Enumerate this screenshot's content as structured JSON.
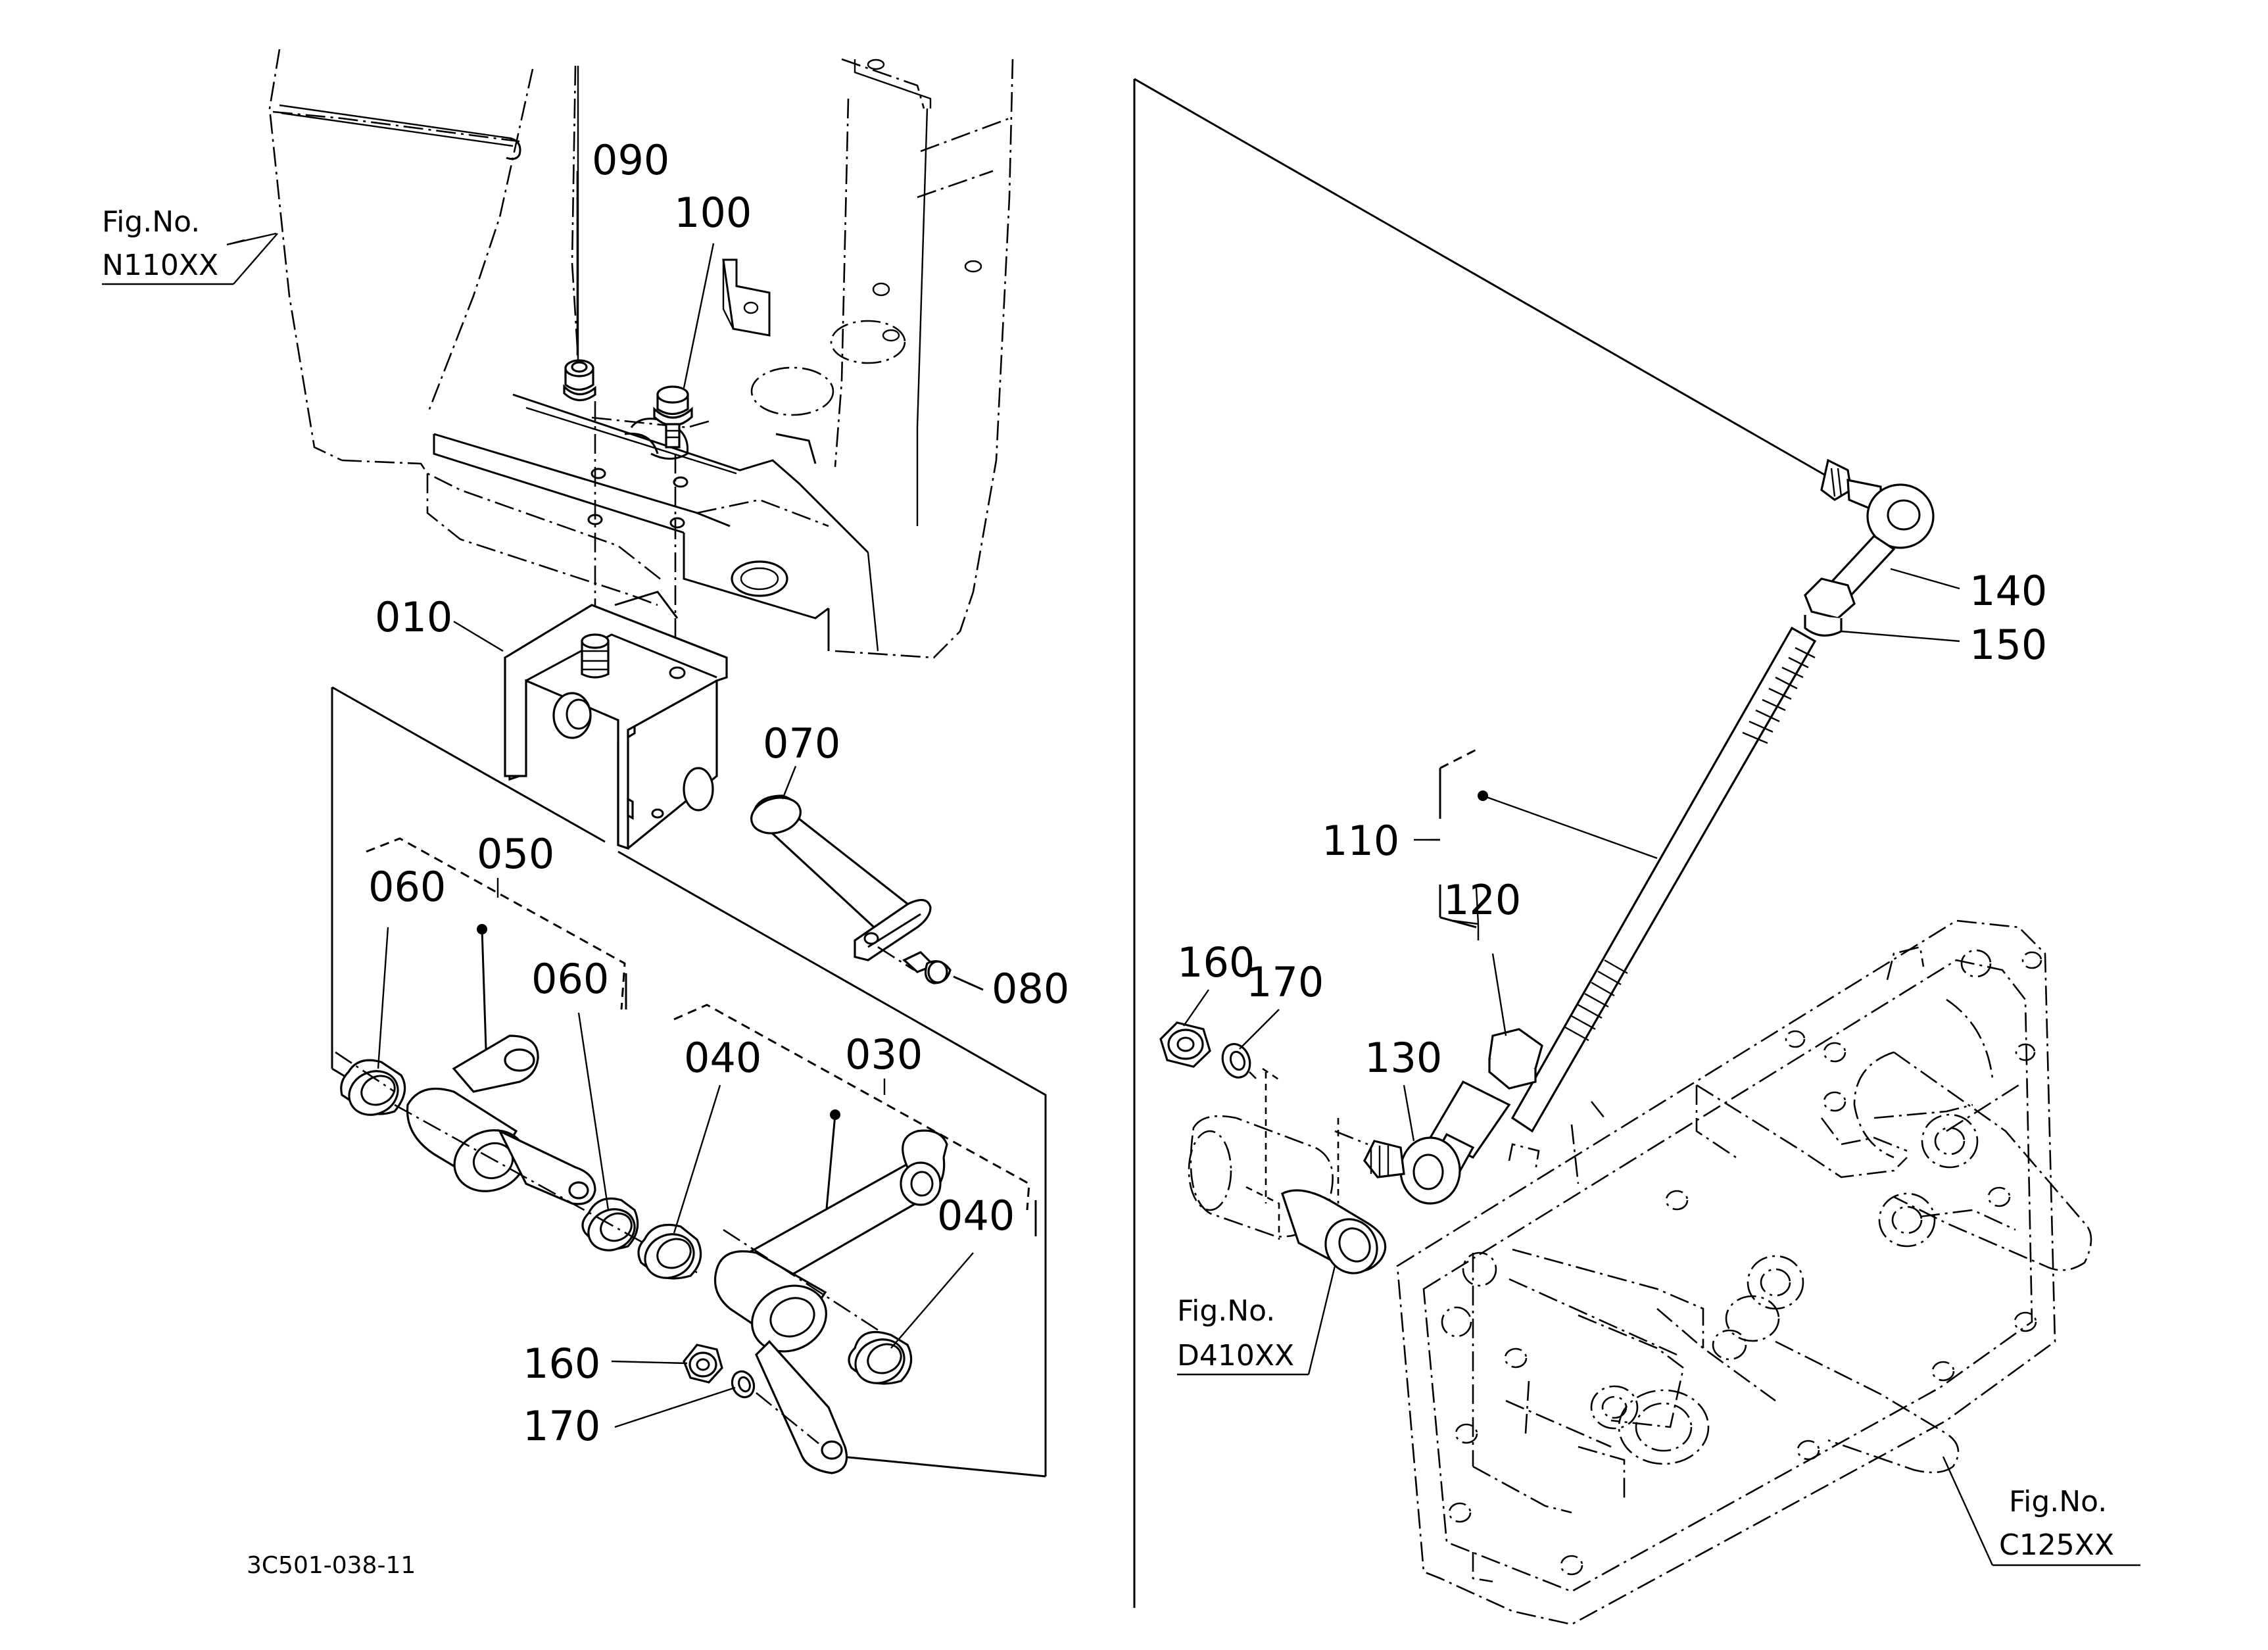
{
  "diagram": {
    "document_number": "3C501-038-11",
    "fig_refs": [
      {
        "line1": "Fig.No.",
        "line2": "N110XX"
      },
      {
        "line1": "Fig.No.",
        "line2": "D410XX"
      },
      {
        "line1": "Fig.No.",
        "line2": "C125XX"
      }
    ],
    "callouts": {
      "c010": "010",
      "c030": "030",
      "c040a": "040",
      "c040b": "040",
      "c050": "050",
      "c060a": "060",
      "c060b": "060",
      "c070": "070",
      "c080": "080",
      "c090": "090",
      "c100": "100",
      "c110": "110",
      "c120": "120",
      "c130": "130",
      "c140": "140",
      "c150": "150",
      "c160a": "160",
      "c170a": "170",
      "c160b": "160",
      "c170b": "170"
    }
  }
}
